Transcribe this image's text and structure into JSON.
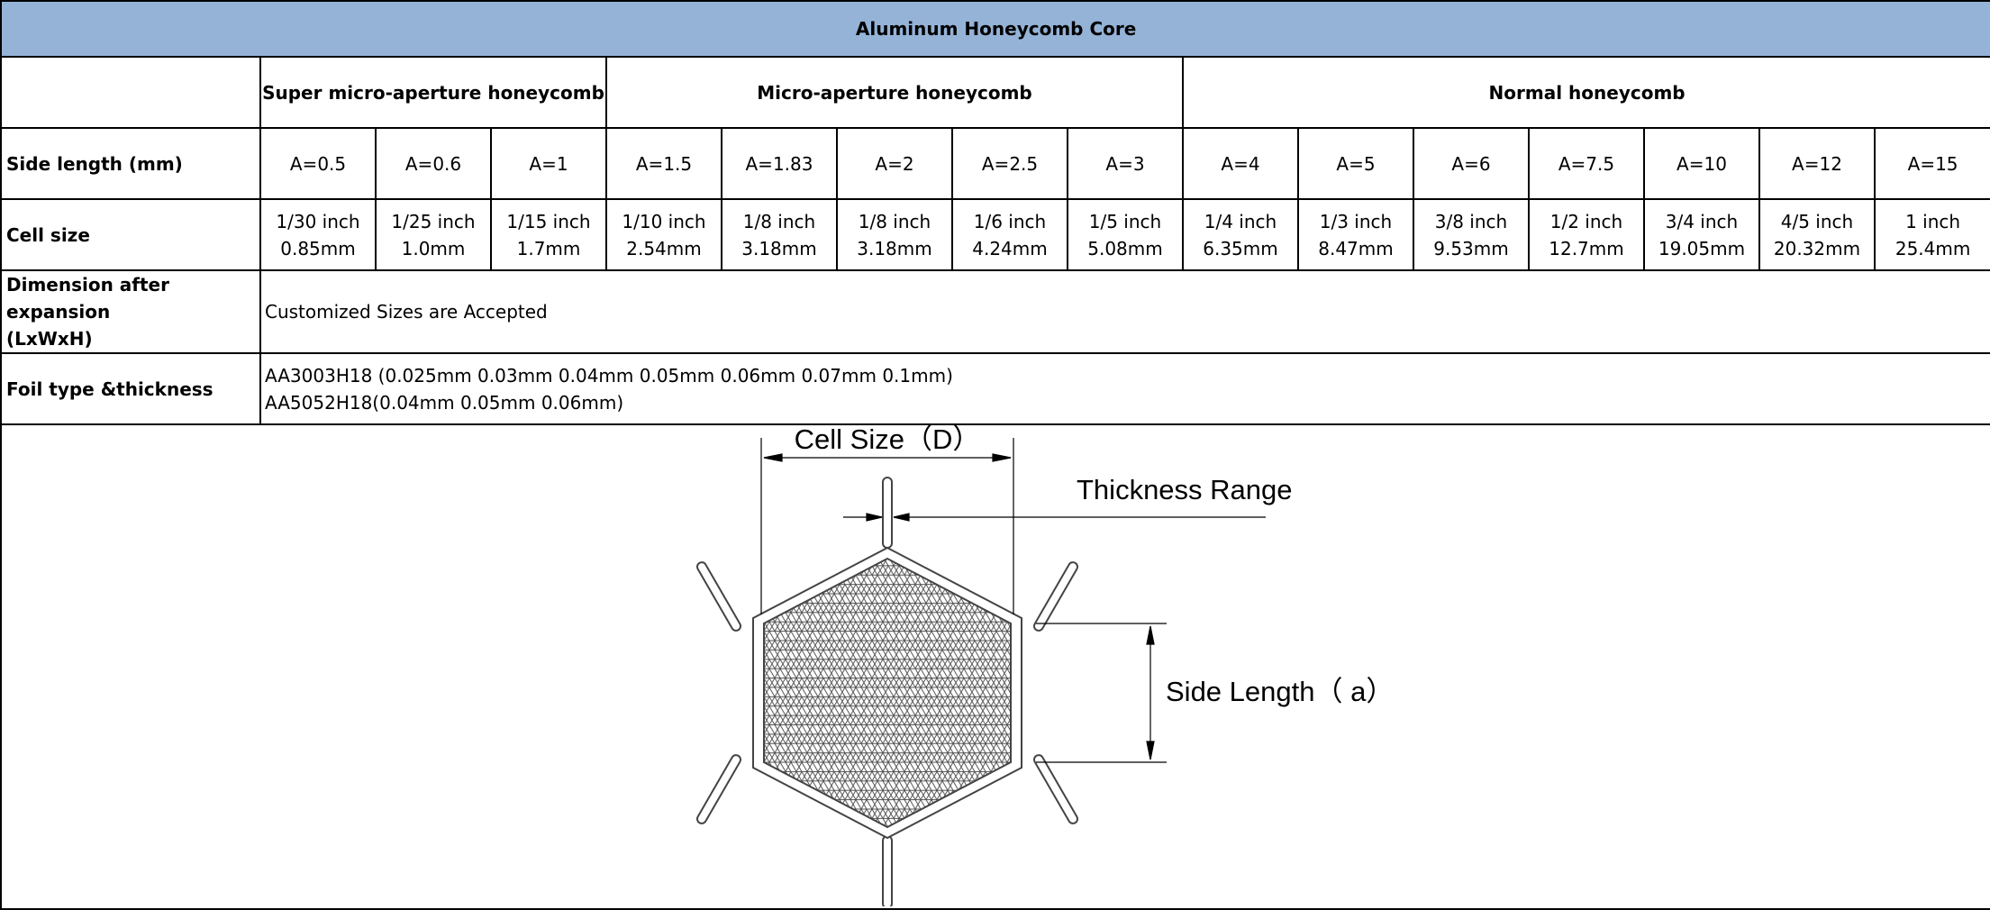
{
  "title": "Aluminum Honeycomb Core",
  "groups": [
    {
      "label": "Super micro-aperture honeycomb",
      "span": 3
    },
    {
      "label": "Micro-aperture honeycomb",
      "span": 5
    },
    {
      "label": "Normal honeycomb",
      "span": 7
    }
  ],
  "rows": {
    "side_length_label": "Side length (mm)",
    "cell_size_label": "Cell size",
    "dimension_label_line1": "Dimension after expansion",
    "dimension_label_line2": "(LxWxH)",
    "dimension_value": "Customized Sizes are Accepted",
    "foil_label": "Foil type &thickness",
    "foil_line1": "AA3003H18 (0.025mm 0.03mm 0.04mm 0.05mm 0.06mm 0.07mm 0.1mm)",
    "foil_line2": "AA5052H18(0.04mm 0.05mm 0.06mm)"
  },
  "side_lengths": [
    "A=0.5",
    "A=0.6",
    "A=1",
    "A=1.5",
    "A=1.83",
    "A=2",
    "A=2.5",
    "A=3",
    "A=4",
    "A=5",
    "A=6",
    "A=7.5",
    "A=10",
    "A=12",
    "A=15"
  ],
  "cell_sizes": [
    {
      "inch": "1/30 inch",
      "mm": "0.85mm"
    },
    {
      "inch": "1/25 inch",
      "mm": "1.0mm"
    },
    {
      "inch": "1/15 inch",
      "mm": "1.7mm"
    },
    {
      "inch": "1/10 inch",
      "mm": "2.54mm"
    },
    {
      "inch": "1/8 inch",
      "mm": "3.18mm"
    },
    {
      "inch": "1/8 inch",
      "mm": "3.18mm"
    },
    {
      "inch": "1/6 inch",
      "mm": "4.24mm"
    },
    {
      "inch": "1/5 inch",
      "mm": "5.08mm"
    },
    {
      "inch": "1/4 inch",
      "mm": "6.35mm"
    },
    {
      "inch": "1/3 inch",
      "mm": "8.47mm"
    },
    {
      "inch": "3/8 inch",
      "mm": "9.53mm"
    },
    {
      "inch": "1/2 inch",
      "mm": "12.7mm"
    },
    {
      "inch": "3/4 inch",
      "mm": "19.05mm"
    },
    {
      "inch": "4/5 inch",
      "mm": "20.32mm"
    },
    {
      "inch": "1 inch",
      "mm": "25.4mm"
    }
  ],
  "diagram": {
    "cell_size_label": "Cell Size（D）",
    "thickness_label": "Thickness Range",
    "side_length_label": "Side Length（ a）"
  }
}
